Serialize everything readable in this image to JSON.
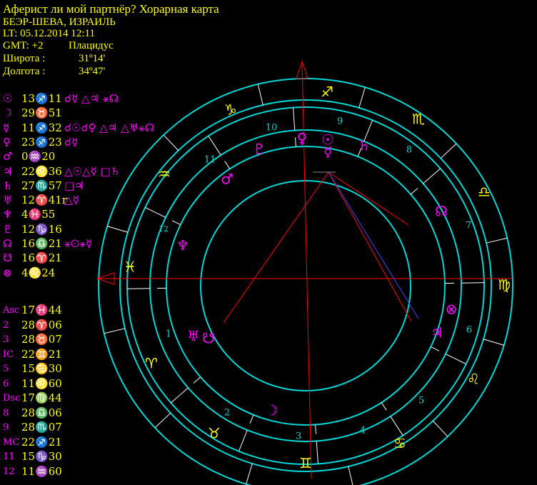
{
  "header": {
    "title": "Аферист ли мой партнёр? Хорарная карта",
    "location": "БЕЭР-ШЕВА, ИЗРАИЛЬ",
    "lt": "LT: 05.12.2014  12:11",
    "gmt": "GMT: +2",
    "system": "Плацидус",
    "lat_label": "Широта :",
    "lat_value": "31º14'",
    "lon_label": "Долгота :",
    "lon_value": "34º47'"
  },
  "colors": {
    "yellow": "#ffff00",
    "magenta": "#ff00ff",
    "cyan": "#00d8d8",
    "red": "#ff0000",
    "blue": "#4040ff"
  },
  "planets": [
    {
      "glyph": "☉",
      "pos": "13♐11",
      "aspects": "☌☿ △♃ ⚹☊"
    },
    {
      "glyph": "☽",
      "pos": "29♉51",
      "aspects": ""
    },
    {
      "glyph": "☿",
      "pos": "11♐32",
      "aspects": "☌☉☌♀ △♃ △♅⚹☊"
    },
    {
      "glyph": "♀",
      "pos": "23♐23",
      "aspects": "☌☿"
    },
    {
      "glyph": "♂",
      "pos": "0♒20",
      "aspects": ""
    },
    {
      "glyph": "♃",
      "pos": "22♌36",
      "aspects": "△☉△☿ □♄"
    },
    {
      "glyph": "♄",
      "pos": "27♏57",
      "aspects": "□♃"
    },
    {
      "glyph": "♅",
      "pos": "12♈41r",
      "aspects": "△☿"
    },
    {
      "glyph": "♆",
      "pos": "4♓55",
      "aspects": ""
    },
    {
      "glyph": "♇",
      "pos": "12♑16",
      "aspects": ""
    },
    {
      "glyph": "☊",
      "pos": "16♎21",
      "aspects": "⚹☉⚹☿"
    },
    {
      "glyph": "☋",
      "pos": "16♈21",
      "aspects": ""
    },
    {
      "glyph": "⊗",
      "pos": "4♌24",
      "aspects": ""
    }
  ],
  "cusps": [
    {
      "label": "Asc",
      "pos": "17♓44"
    },
    {
      "label": "2",
      "pos": "28♈06"
    },
    {
      "label": "3",
      "pos": "28♉07"
    },
    {
      "label": "IC",
      "pos": "22♊21"
    },
    {
      "label": "5",
      "pos": "15♋30"
    },
    {
      "label": "6",
      "pos": "11♌60"
    },
    {
      "label": "Dsc",
      "pos": "17♍44"
    },
    {
      "label": "8",
      "pos": "28♎06"
    },
    {
      "label": "9",
      "pos": "28♏07"
    },
    {
      "label": "MC",
      "pos": "22♐21"
    },
    {
      "label": "11",
      "pos": "15♑30"
    },
    {
      "label": "12",
      "pos": "11♒60"
    }
  ],
  "wheel": {
    "signs": [
      {
        "glyph": "♐",
        "name": "sagittarius"
      },
      {
        "glyph": "♏",
        "name": "scorpio"
      },
      {
        "glyph": "♎",
        "name": "libra"
      },
      {
        "glyph": "♍",
        "name": "virgo"
      },
      {
        "glyph": "♌",
        "name": "leo"
      },
      {
        "glyph": "♋",
        "name": "cancer"
      },
      {
        "glyph": "♊",
        "name": "gemini"
      },
      {
        "glyph": "♉",
        "name": "taurus"
      },
      {
        "glyph": "♈",
        "name": "aries"
      },
      {
        "glyph": "♓",
        "name": "pisces"
      },
      {
        "glyph": "♒",
        "name": "aquarius"
      },
      {
        "glyph": "♑",
        "name": "capricorn"
      }
    ],
    "house_numbers": [
      "1",
      "2",
      "3",
      "4",
      "5",
      "6",
      "7",
      "8",
      "9",
      "10",
      "11",
      "12"
    ],
    "planet_glyphs": [
      {
        "glyph": "♀",
        "name": "venus"
      },
      {
        "glyph": "☉",
        "name": "sun"
      },
      {
        "glyph": "☿",
        "name": "mercury"
      },
      {
        "glyph": "♄",
        "name": "saturn"
      },
      {
        "glyph": "♇",
        "name": "pluto"
      },
      {
        "glyph": "♂",
        "name": "mars"
      },
      {
        "glyph": "☊",
        "name": "north-node"
      },
      {
        "glyph": "♆",
        "name": "neptune"
      },
      {
        "glyph": "⊗",
        "name": "part-of-fortune"
      },
      {
        "glyph": "♃",
        "name": "jupiter"
      },
      {
        "glyph": "♅",
        "name": "uranus"
      },
      {
        "glyph": "☋",
        "name": "south-node"
      },
      {
        "glyph": "☽",
        "name": "moon"
      }
    ]
  }
}
